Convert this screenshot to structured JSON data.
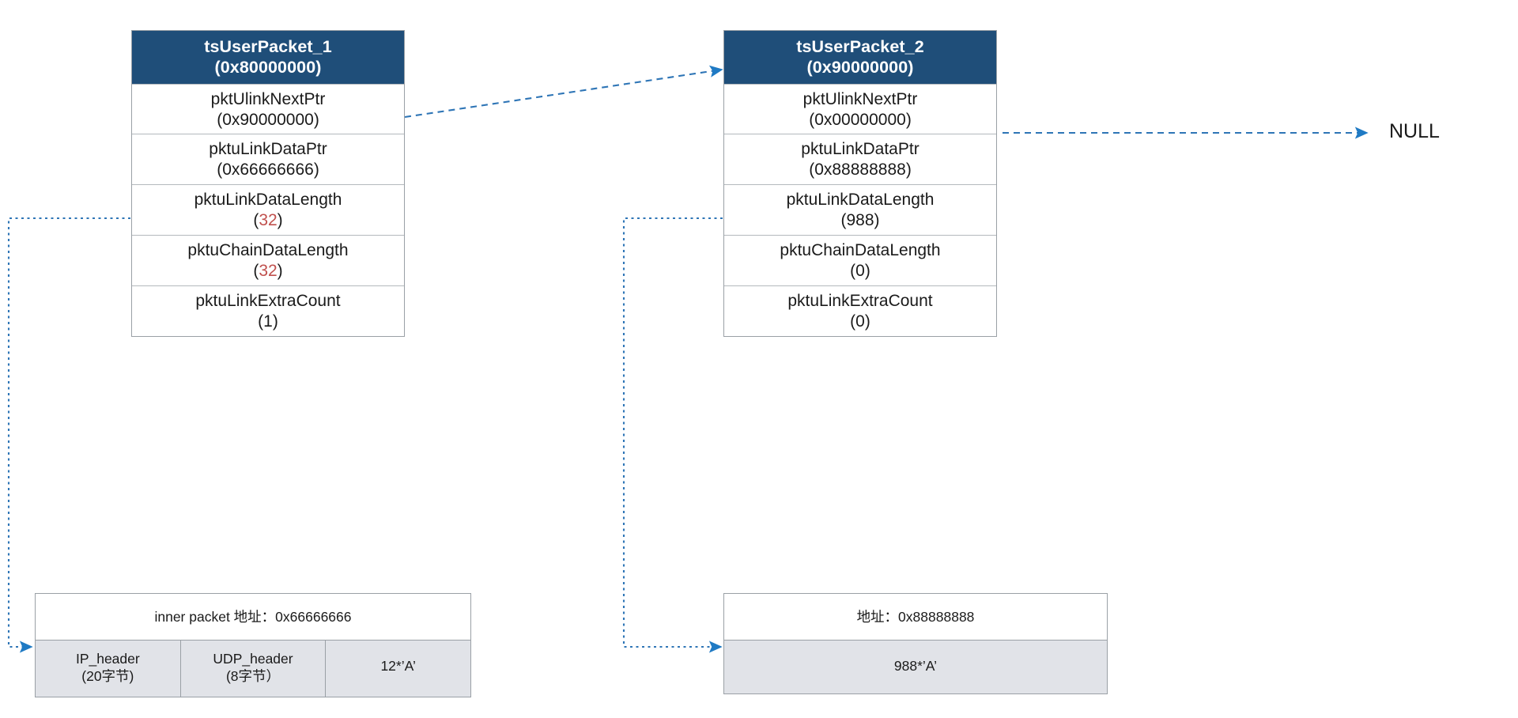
{
  "diagram": {
    "title": "tsUserPacket linked-list with data buffers",
    "colors": {
      "header_bg": "#1F4E79",
      "header_text": "#FFFFFF",
      "highlight_value": "#C0504D",
      "connector": "#2E75B6",
      "cell_fill": "#E1E3E8",
      "border": "#9AA0A6"
    }
  },
  "packets": [
    {
      "header_name": "tsUserPacket_1",
      "header_addr": "(0x80000000)",
      "fields": [
        {
          "label": "pktUlinkNextPtr",
          "open": "(",
          "value": "0x90000000",
          "close": ")",
          "highlight": false
        },
        {
          "label": "pktuLinkDataPtr",
          "open": "(",
          "value": "0x66666666",
          "close": ")",
          "highlight": false
        },
        {
          "label": "pktuLinkDataLength",
          "open": "(",
          "value": "32",
          "close": ")",
          "highlight": true
        },
        {
          "label": "pktuChainDataLength",
          "open": "(",
          "value": "32",
          "close": ")",
          "highlight": true
        },
        {
          "label": "pktuLinkExtraCount",
          "open": "(",
          "value": "1",
          "close": ")",
          "highlight": false
        }
      ]
    },
    {
      "header_name": "tsUserPacket_2",
      "header_addr": "(0x90000000)",
      "fields": [
        {
          "label": "pktUlinkNextPtr",
          "open": "(",
          "value": "0x00000000",
          "close": ")",
          "highlight": false
        },
        {
          "label": "pktuLinkDataPtr",
          "open": "(",
          "value": "0x88888888",
          "close": ")",
          "highlight": false
        },
        {
          "label": "pktuLinkDataLength",
          "open": "(",
          "value": "988",
          "close": ")",
          "highlight": false
        },
        {
          "label": "pktuChainDataLength",
          "open": "(",
          "value": "0",
          "close": ")",
          "highlight": false
        },
        {
          "label": "pktuLinkExtraCount",
          "open": "(",
          "value": "0",
          "close": ")",
          "highlight": false
        }
      ]
    }
  ],
  "buffers": [
    {
      "title": "inner packet 地址：0x66666666",
      "cells": [
        {
          "line1": "IP_header",
          "line2": "(20字节)"
        },
        {
          "line1": "UDP_header",
          "line2": "(8字节）"
        },
        {
          "line1": "12*’A’",
          "line2": ""
        }
      ]
    },
    {
      "title": "地址：0x88888888",
      "cells": [
        {
          "line1": "988*’A’",
          "line2": ""
        }
      ]
    }
  ],
  "labels": {
    "null_terminator": "NULL"
  }
}
